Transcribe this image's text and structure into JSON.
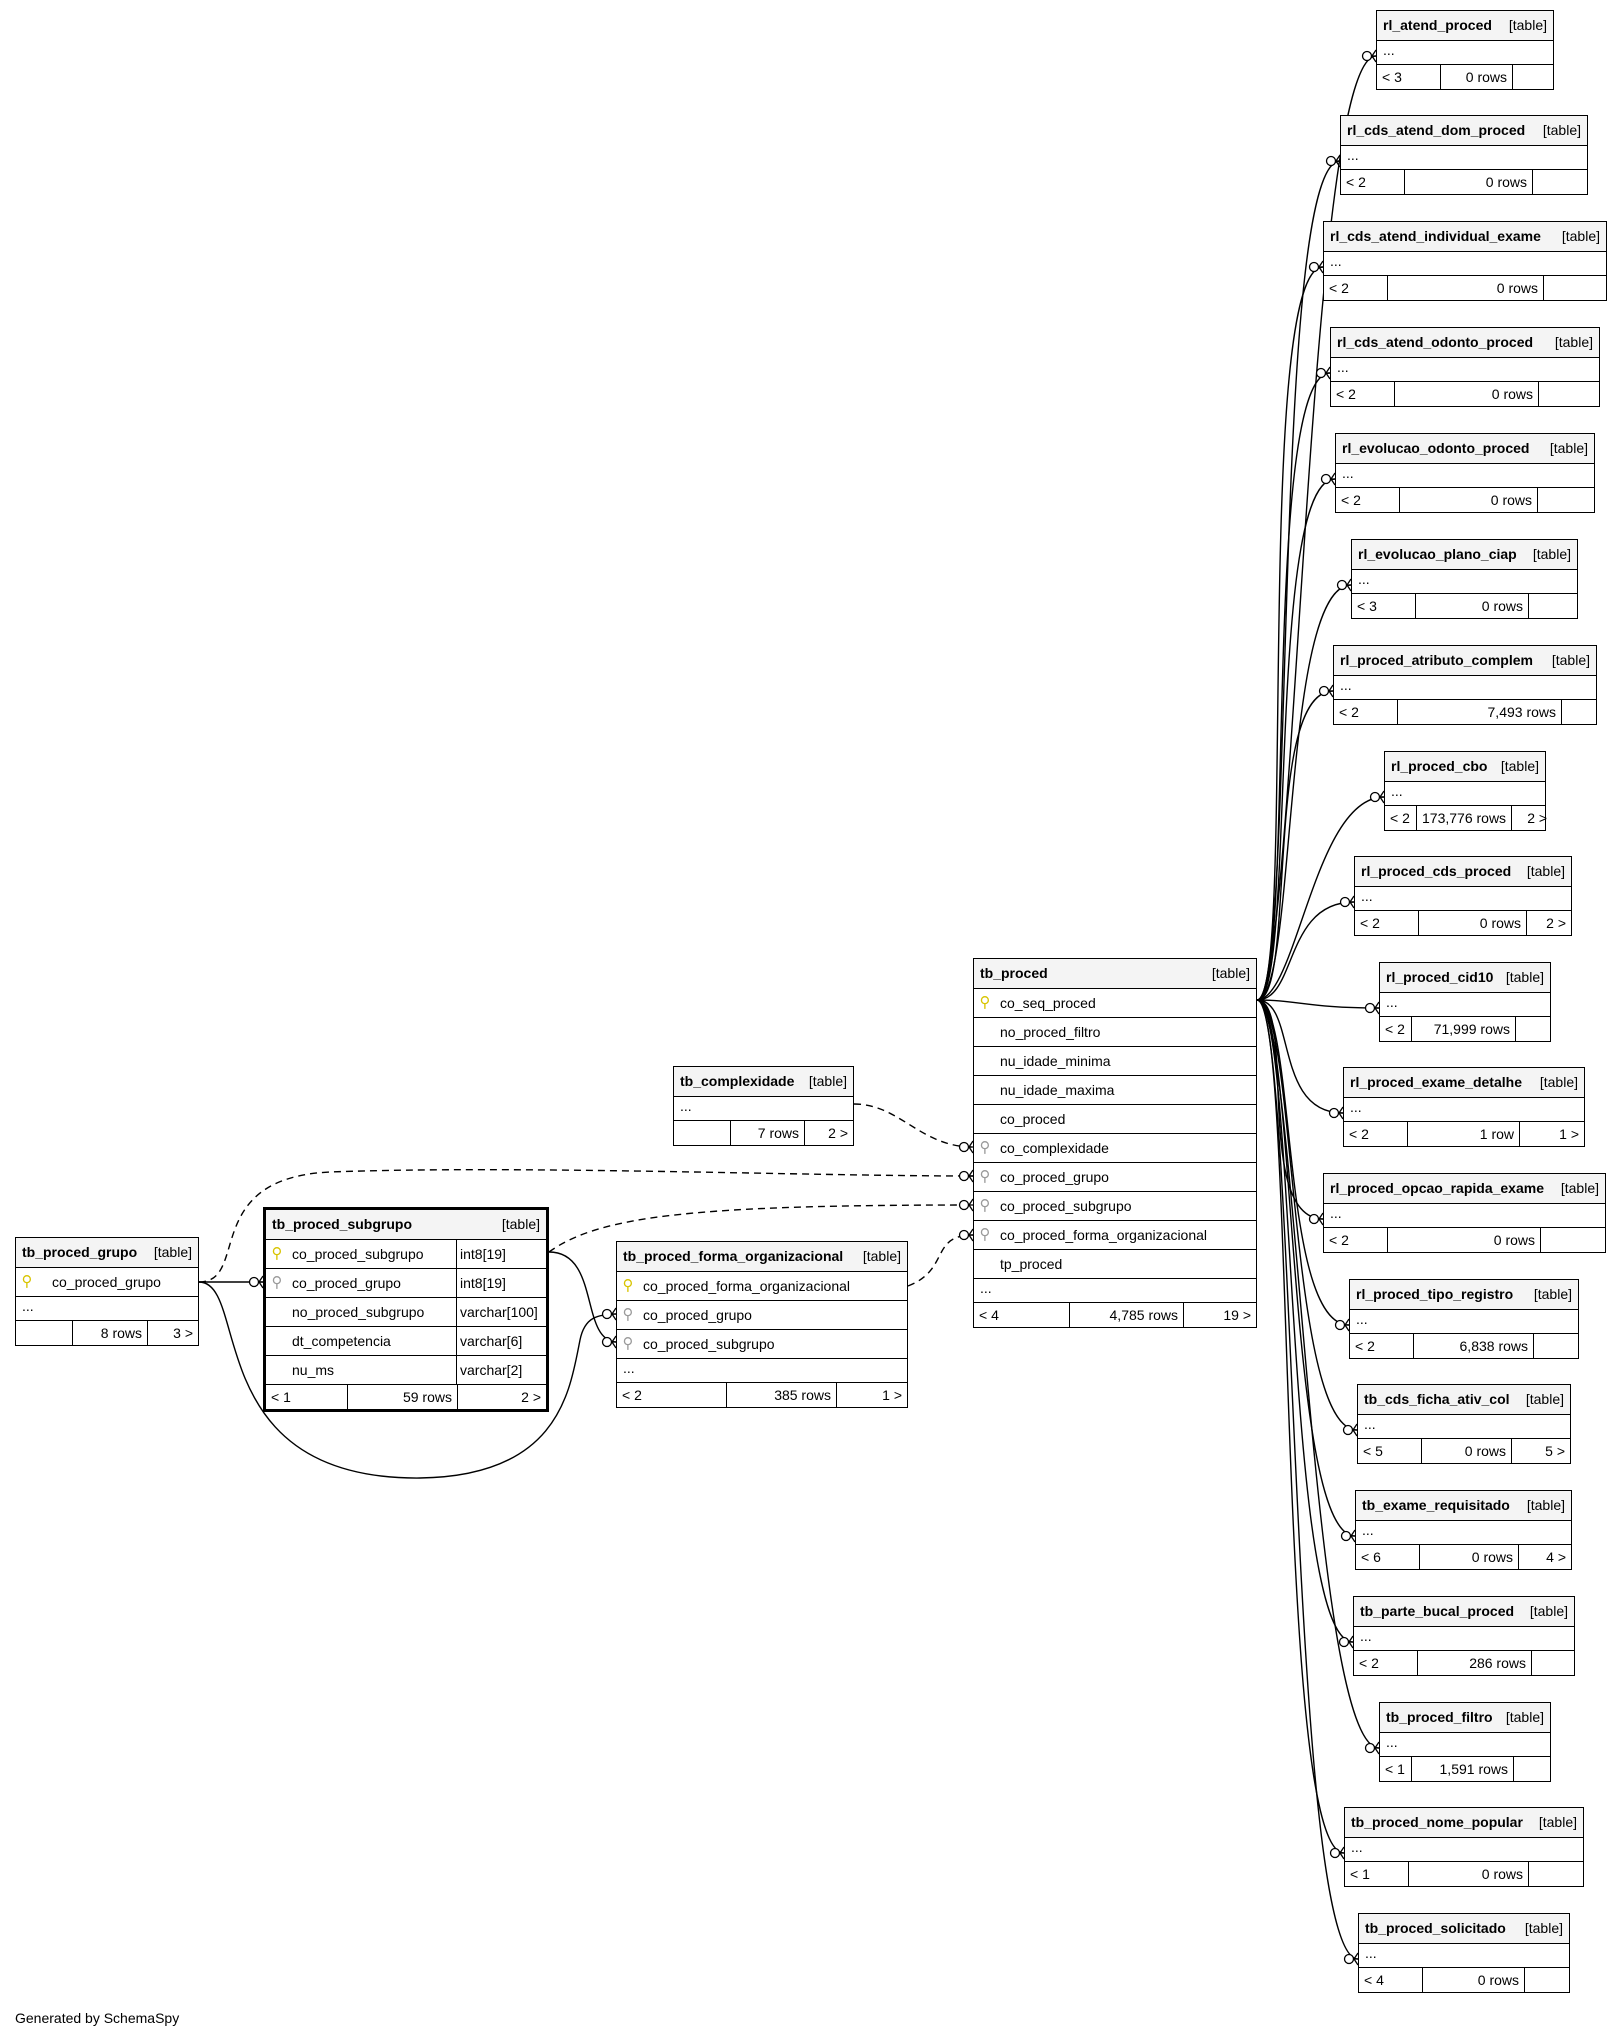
{
  "footer": "Generated by SchemaSpy",
  "colors": {
    "primary_key": "#d8c400",
    "foreign_key": "#9a9a9a",
    "line": "#000000"
  },
  "tables": {
    "tb_proced_grupo": {
      "name": "tb_proced_grupo",
      "type": "[table]",
      "columns": [
        {
          "name": "co_proced_grupo",
          "key": "pk"
        }
      ],
      "ellipsis": "...",
      "parents": "",
      "rows": "8 rows",
      "children": "3 >"
    },
    "tb_proced_subgrupo": {
      "name": "tb_proced_subgrupo",
      "type": "[table]",
      "columns": [
        {
          "name": "co_proced_subgrupo",
          "key": "pk",
          "type": "int8[19]"
        },
        {
          "name": "co_proced_grupo",
          "key": "fk",
          "type": "int8[19]"
        },
        {
          "name": "no_proced_subgrupo",
          "key": "",
          "type": "varchar[100]"
        },
        {
          "name": "dt_competencia",
          "key": "",
          "type": "varchar[6]"
        },
        {
          "name": "nu_ms",
          "key": "",
          "type": "varchar[2]"
        }
      ],
      "parents": "< 1",
      "rows": "59 rows",
      "children": "2 >"
    },
    "tb_complexidade": {
      "name": "tb_complexidade",
      "type": "[table]",
      "ellipsis": "...",
      "parents": "",
      "rows": "7 rows",
      "children": "2 >"
    },
    "tb_proced_forma_organizacional": {
      "name": "tb_proced_forma_organizacional",
      "type": "[table]",
      "columns": [
        {
          "name": "co_proced_forma_organizacional",
          "key": "pk"
        },
        {
          "name": "co_proced_grupo",
          "key": "fk"
        },
        {
          "name": "co_proced_subgrupo",
          "key": "fk"
        }
      ],
      "ellipsis": "...",
      "parents": "< 2",
      "rows": "385 rows",
      "children": "1 >"
    },
    "tb_proced": {
      "name": "tb_proced",
      "type": "[table]",
      "columns": [
        {
          "name": "co_seq_proced",
          "key": "pk"
        },
        {
          "name": "no_proced_filtro",
          "key": ""
        },
        {
          "name": "nu_idade_minima",
          "key": ""
        },
        {
          "name": "nu_idade_maxima",
          "key": ""
        },
        {
          "name": "co_proced",
          "key": ""
        },
        {
          "name": "co_complexidade",
          "key": "fk"
        },
        {
          "name": "co_proced_grupo",
          "key": "fk"
        },
        {
          "name": "co_proced_subgrupo",
          "key": "fk"
        },
        {
          "name": "co_proced_forma_organizacional",
          "key": "fk"
        },
        {
          "name": "tp_proced",
          "key": ""
        }
      ],
      "ellipsis": "...",
      "parents": "< 4",
      "rows": "4,785 rows",
      "children": "19 >"
    }
  },
  "children": [
    {
      "name": "rl_atend_proced",
      "type": "[table]",
      "ellipsis": "...",
      "parents": "< 3",
      "rows": "0 rows",
      "children": ""
    },
    {
      "name": "rl_cds_atend_dom_proced",
      "type": "[table]",
      "ellipsis": "...",
      "parents": "< 2",
      "rows": "0 rows",
      "children": ""
    },
    {
      "name": "rl_cds_atend_individual_exame",
      "type": "[table]",
      "ellipsis": "...",
      "parents": "< 2",
      "rows": "0 rows",
      "children": ""
    },
    {
      "name": "rl_cds_atend_odonto_proced",
      "type": "[table]",
      "ellipsis": "...",
      "parents": "< 2",
      "rows": "0 rows",
      "children": ""
    },
    {
      "name": "rl_evolucao_odonto_proced",
      "type": "[table]",
      "ellipsis": "...",
      "parents": "< 2",
      "rows": "0 rows",
      "children": ""
    },
    {
      "name": "rl_evolucao_plano_ciap",
      "type": "[table]",
      "ellipsis": "...",
      "parents": "< 3",
      "rows": "0 rows",
      "children": ""
    },
    {
      "name": "rl_proced_atributo_complem",
      "type": "[table]",
      "ellipsis": "...",
      "parents": "< 2",
      "rows": "7,493 rows",
      "children": ""
    },
    {
      "name": "rl_proced_cbo",
      "type": "[table]",
      "ellipsis": "...",
      "parents": "< 2",
      "rows": "173,776 rows",
      "children": "2 >"
    },
    {
      "name": "rl_proced_cds_proced",
      "type": "[table]",
      "ellipsis": "...",
      "parents": "< 2",
      "rows": "0 rows",
      "children": "2 >"
    },
    {
      "name": "rl_proced_cid10",
      "type": "[table]",
      "ellipsis": "...",
      "parents": "< 2",
      "rows": "71,999 rows",
      "children": ""
    },
    {
      "name": "rl_proced_exame_detalhe",
      "type": "[table]",
      "ellipsis": "...",
      "parents": "< 2",
      "rows": "1 row",
      "children": "1 >"
    },
    {
      "name": "rl_proced_opcao_rapida_exame",
      "type": "[table]",
      "ellipsis": "...",
      "parents": "< 2",
      "rows": "0 rows",
      "children": ""
    },
    {
      "name": "rl_proced_tipo_registro",
      "type": "[table]",
      "ellipsis": "...",
      "parents": "< 2",
      "rows": "6,838 rows",
      "children": ""
    },
    {
      "name": "tb_cds_ficha_ativ_col",
      "type": "[table]",
      "ellipsis": "...",
      "parents": "< 5",
      "rows": "0 rows",
      "children": "5 >"
    },
    {
      "name": "tb_exame_requisitado",
      "type": "[table]",
      "ellipsis": "...",
      "parents": "< 6",
      "rows": "0 rows",
      "children": "4 >"
    },
    {
      "name": "tb_parte_bucal_proced",
      "type": "[table]",
      "ellipsis": "...",
      "parents": "< 2",
      "rows": "286 rows",
      "children": ""
    },
    {
      "name": "tb_proced_filtro",
      "type": "[table]",
      "ellipsis": "...",
      "parents": "< 1",
      "rows": "1,591 rows",
      "children": ""
    },
    {
      "name": "tb_proced_nome_popular",
      "type": "[table]",
      "ellipsis": "...",
      "parents": "< 1",
      "rows": "0 rows",
      "children": ""
    },
    {
      "name": "tb_proced_solicitado",
      "type": "[table]",
      "ellipsis": "...",
      "parents": "< 4",
      "rows": "0 rows",
      "children": ""
    }
  ]
}
